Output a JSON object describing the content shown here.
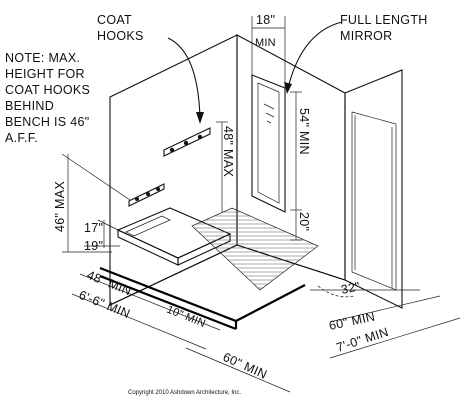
{
  "callouts": {
    "coat_hooks": [
      "COAT",
      "HOOKS"
    ],
    "mirror": [
      "FULL LENGTH",
      "MIRROR"
    ],
    "note": [
      "NOTE: MAX.",
      "HEIGHT FOR",
      "COAT HOOKS",
      "BEHIND",
      "BENCH IS 46\"",
      "A.F.F."
    ]
  },
  "dimensions": {
    "mirror_width": "18\"",
    "mirror_width_min": "MIN",
    "hook_height": "48\" MAX",
    "mirror_top": "54\" MIN",
    "mirror_bottom": "20\"",
    "bench_height_max": "46\" MAX",
    "bench_seat": "17\"",
    "bench_depth": "19\"",
    "bench_length": "48\" MIN",
    "bench_ext": "10\" MIN",
    "stall_width": "6'-6\" MIN",
    "clear_floor": "60\" MIN",
    "door_width": "32\"",
    "turning_60": "60\" MIN",
    "depth_total": "7'-0\" MIN"
  },
  "copyright": "Copyright 2010 Ashdown Architecture, Inc."
}
